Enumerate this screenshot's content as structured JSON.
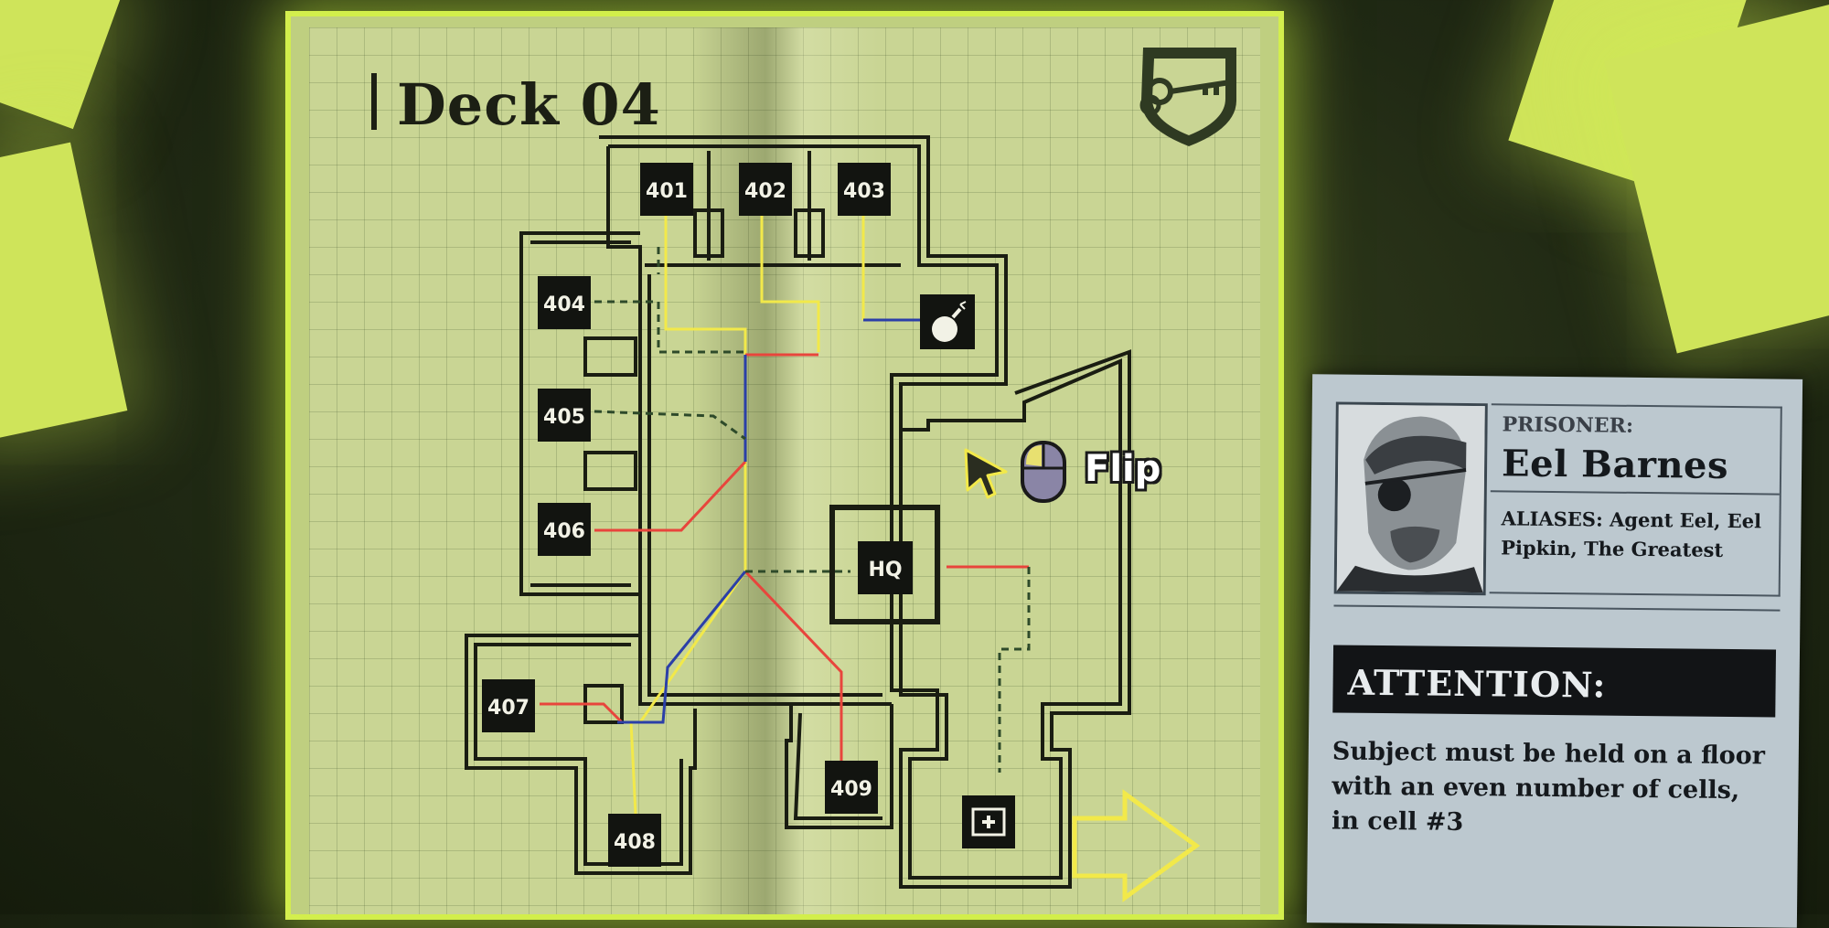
{
  "map": {
    "title": "Deck 04",
    "rooms": [
      {
        "id": "401",
        "label": "401"
      },
      {
        "id": "402",
        "label": "402"
      },
      {
        "id": "403",
        "label": "403"
      },
      {
        "id": "404",
        "label": "404"
      },
      {
        "id": "405",
        "label": "405"
      },
      {
        "id": "406",
        "label": "406"
      },
      {
        "id": "407",
        "label": "407"
      },
      {
        "id": "408",
        "label": "408"
      },
      {
        "id": "409",
        "label": "409"
      },
      {
        "id": "hq",
        "label": "HQ"
      }
    ],
    "special_rooms": [
      "bomb-icon",
      "medkit-icon"
    ],
    "wire_colors": {
      "yellow": "#f2e94a",
      "red": "#e8453c",
      "blue": "#2b3fa8",
      "dashed": "#2e4a2a"
    },
    "insignia_icon": "keys-shield-icon",
    "next_icon": "arrow-right-icon"
  },
  "hint": {
    "label": "Flip",
    "icons": [
      "cursor-icon",
      "mouse-icon"
    ]
  },
  "dossier": {
    "prisoner_label": "PRISONER:",
    "prisoner_name": "Eel Barnes",
    "aliases": "ALIASES: Agent Eel, Eel Pipkin, The Greatest",
    "attention_label": "ATTENTION:",
    "attention_text": "Subject must be held on a floor with an even number of cells, in cell #3"
  },
  "colors": {
    "page": "#c9d594",
    "glow": "#d8ee55",
    "dossier": "#bcc8cf",
    "ink": "#1c1f14"
  }
}
